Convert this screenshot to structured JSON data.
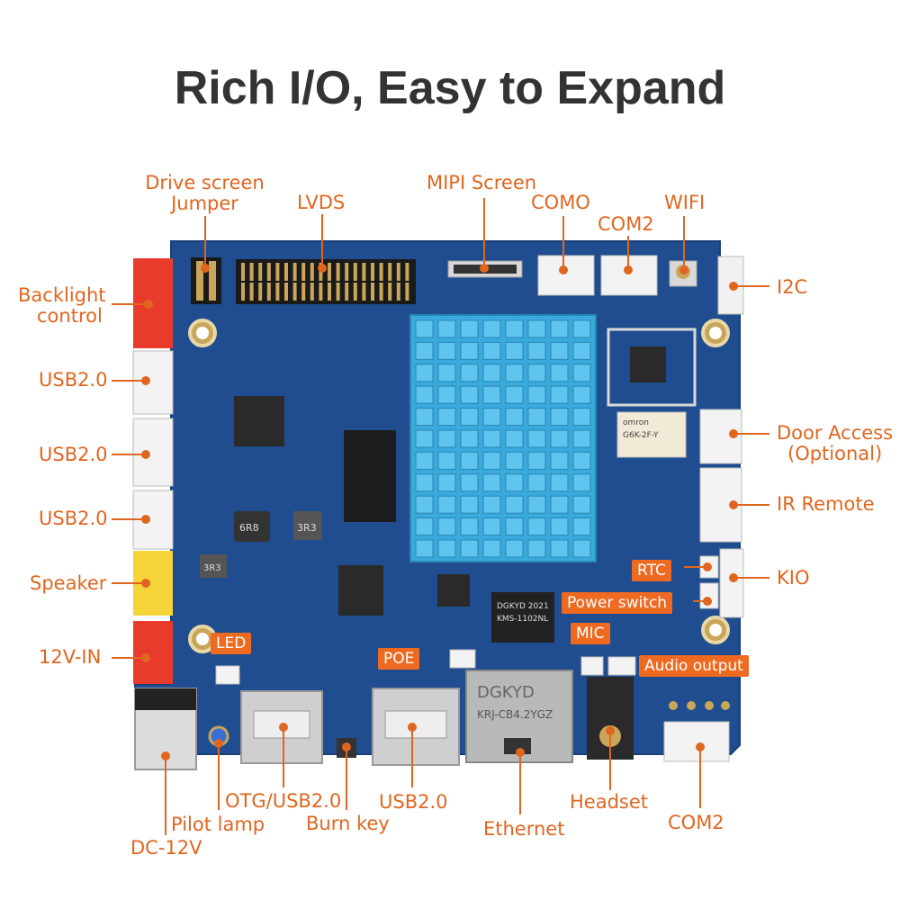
{
  "title": "Rich I/O, Easy to Expand",
  "colors": {
    "accent": "#e0661f",
    "pcb": "#1f4d8f",
    "heatsink": "#39a9dc"
  },
  "labels": {
    "drive_screen": "Drive screen",
    "jumper": "Jumper",
    "lvds": "LVDS",
    "mipi_screen": "MIPI Screen",
    "como": "COMO",
    "com2_top": "COM2",
    "wifi": "WIFI",
    "backlight_1": "Backlight",
    "backlight_2": "control",
    "i2c": "I2C",
    "usb_1": "USB2.0",
    "usb_2": "USB2.0",
    "usb_3": "USB2.0",
    "door_1": "Door Access",
    "door_2": "(Optional)",
    "ir_remote": "IR Remote",
    "speaker": "Speaker",
    "kio": "KIO",
    "rtc": "RTC",
    "power_switch": "Power switch",
    "mic": "MIC",
    "v12_in": "12V-IN",
    "led": "LED",
    "poe": "POE",
    "audio_output": "Audio output",
    "otg_usb": "OTG/USB2.0",
    "usb_bottom": "USB2.0",
    "headset": "Headset",
    "com2_bottom": "COM2",
    "pilot_lamp": "Pilot lamp",
    "burn_key": "Burn key",
    "ethernet": "Ethernet",
    "dc_12v": "DC-12V"
  },
  "board_text": {
    "rj45_brand": "DGKYD",
    "rj45_model": "KRJ-CB4.2YGZ",
    "transformer_brand": "DGKYD 2021",
    "transformer_model": "KMS-1102NL",
    "relay_brand": "omron",
    "relay_model": "G6K-2F-Y",
    "inductor_1": "6R8",
    "inductor_2": "3R3",
    "inductor_3": "3R3"
  }
}
